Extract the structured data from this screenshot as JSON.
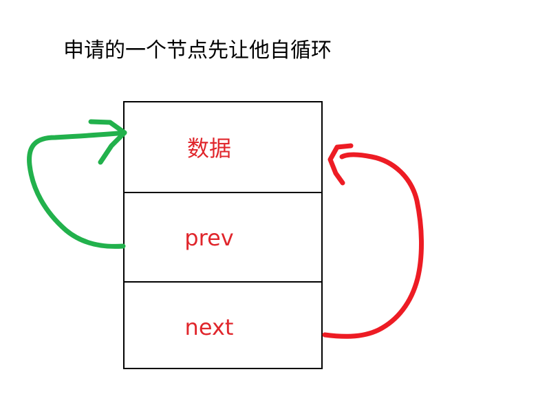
{
  "title": "申请的一个节点先让他自循环",
  "node": {
    "fields": [
      "数据",
      "prev",
      "next"
    ]
  },
  "colors": {
    "field_text": "#e0262c",
    "prev_arrow": "#22b14c",
    "next_arrow": "#ed1c24",
    "border": "#000000"
  }
}
